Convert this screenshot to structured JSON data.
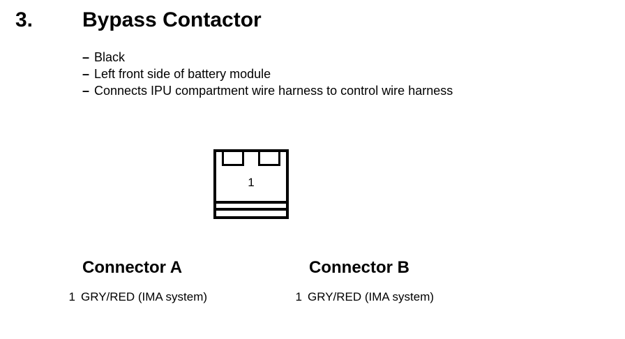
{
  "item": {
    "number": "3.",
    "title": "Bypass Contactor"
  },
  "bullets": [
    {
      "dash": "–",
      "text": "Black"
    },
    {
      "dash": "–",
      "text": "Left front side of battery module"
    },
    {
      "dash": "–",
      "text": "Connects IPU compartment wire harness to control wire harness"
    }
  ],
  "symbol": {
    "pin_label": "1"
  },
  "connectors": [
    {
      "title": "Connector A",
      "pins": [
        {
          "num": "1",
          "desc": "GRY/RED (IMA system)"
        }
      ]
    },
    {
      "title": "Connector B",
      "pins": [
        {
          "num": "1",
          "desc": "GRY/RED (IMA system)"
        }
      ]
    }
  ]
}
